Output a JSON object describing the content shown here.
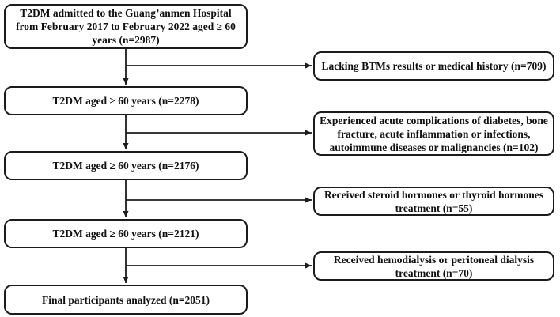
{
  "figure": {
    "type": "participant-flow-diagram",
    "colors": {
      "border": "#1b1b1b",
      "arrow": "#1b1b1b",
      "text": "#111111",
      "background": "#ffffff"
    },
    "main_flow": [
      {
        "label": "T2DM admitted to the Guang’anmen Hospital from February 2017 to February 2022 aged ≥ 60 years (n=2987)"
      },
      {
        "label": "T2DM aged ≥ 60 years (n=2278)"
      },
      {
        "label": "T2DM aged ≥ 60 years (n=2176)"
      },
      {
        "label": "T2DM aged ≥ 60 years (n=2121)"
      },
      {
        "label": "Final participants analyzed (n=2051)"
      }
    ],
    "exclusions": [
      {
        "label": "Lacking BTMs results or medical history (n=709)"
      },
      {
        "label": "Experienced acute complications of diabetes, bone fracture, acute inflammation or infections, autoimmune diseases or malignancies (n=102)"
      },
      {
        "label": "Received steroid hormones or thyroid hormones treatment (n=55)"
      },
      {
        "label": "Received hemodialysis or peritoneal dialysis treatment (n=70)"
      }
    ]
  }
}
